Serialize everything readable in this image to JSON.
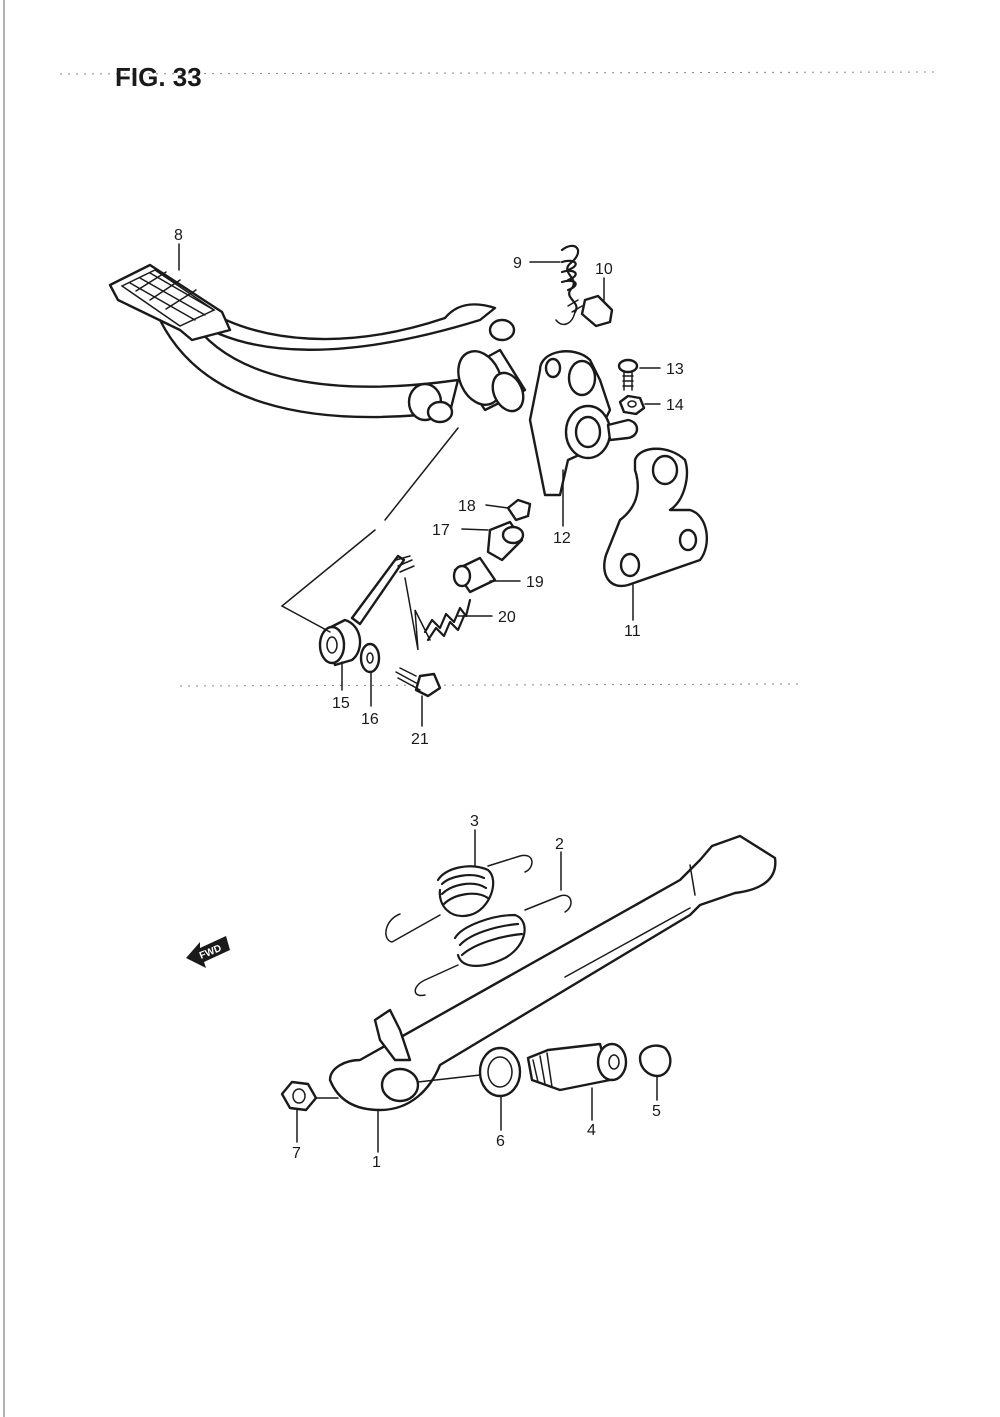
{
  "figure": {
    "title": "FIG. 33"
  },
  "fwd_label": "FWD",
  "callouts": [
    "1",
    "2",
    "3",
    "4",
    "5",
    "6",
    "7",
    "8",
    "9",
    "10",
    "11",
    "12",
    "13",
    "14",
    "15",
    "16",
    "17",
    "18",
    "19",
    "20",
    "21"
  ]
}
